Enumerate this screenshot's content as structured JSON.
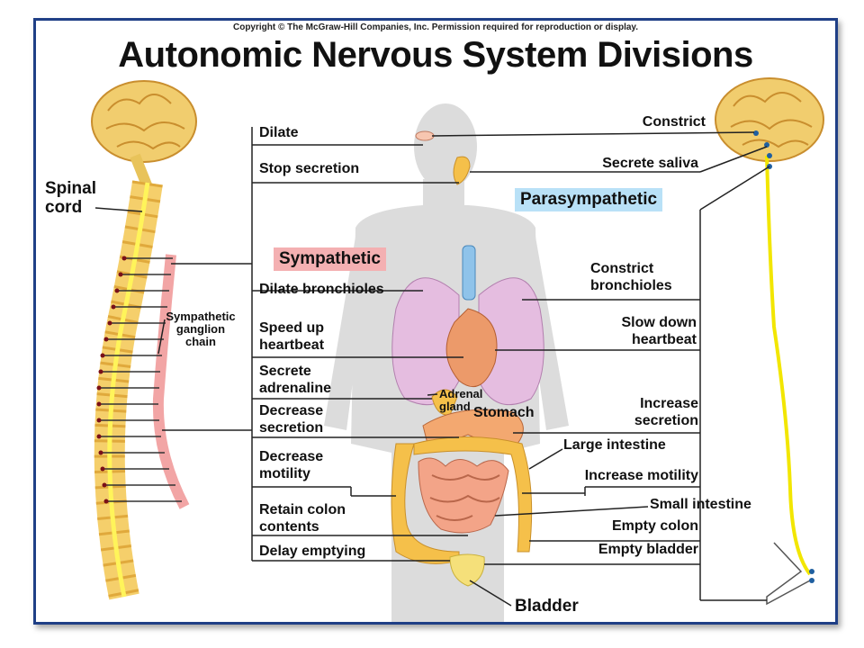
{
  "copyright": "Copyright © The McGraw-Hill Companies, Inc. Permission required for reproduction or display.",
  "title": "Autonomic Nervous System Divisions",
  "divisions": {
    "sympathetic": "Sympathetic",
    "parasympathetic": "Parasympathetic"
  },
  "structures": {
    "spinal_cord": "Spinal cord",
    "ganglion_chain": "Sympathetic ganglion chain",
    "adrenal_gland": "Adrenal gland",
    "stomach": "Stomach",
    "large_intestine": "Large intestine",
    "small_intestine": "Small intestine",
    "bladder": "Bladder"
  },
  "sympathetic_effects": [
    "Dilate",
    "Stop secretion",
    "Dilate bronchioles",
    "Speed up heartbeat",
    "Secrete adrenaline",
    "Decrease secretion",
    "Decrease motility",
    "Retain colon contents",
    "Delay emptying"
  ],
  "parasympathetic_effects": [
    "Constrict",
    "Secrete saliva",
    "Constrict bronchioles",
    "Slow down heartbeat",
    "Increase secretion",
    "Increase motility",
    "Empty colon",
    "Empty bladder"
  ],
  "colors": {
    "frame": "#1f3f86",
    "sympathetic_box": "#f4b0b2",
    "parasympathetic_box": "#b9e1f7",
    "nerve": "#f2e600",
    "spine": "#f5cf6b",
    "brain": "#f1cd6e",
    "silhouette": "#dedede"
  }
}
